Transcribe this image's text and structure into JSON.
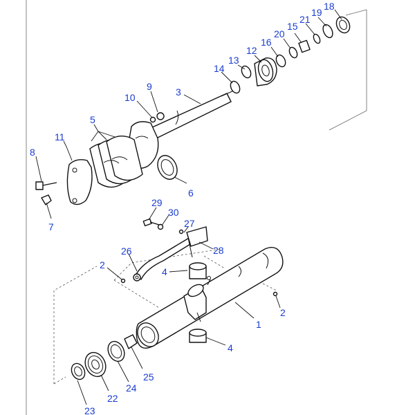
{
  "callouts": {
    "c1": "1",
    "c2a": "2",
    "c2b": "2",
    "c3": "3",
    "c4a": "4",
    "c4b": "4",
    "c5": "5",
    "c6": "6",
    "c7": "7",
    "c8": "8",
    "c9": "9",
    "c10": "10",
    "c11": "11",
    "c12": "12",
    "c13": "13",
    "c14": "14",
    "c15": "15",
    "c16": "16",
    "c18": "18",
    "c19": "19",
    "c20": "20",
    "c21": "21",
    "c22": "22",
    "c23": "23",
    "c24": "24",
    "c25": "25",
    "c26": "26",
    "c27": "27",
    "c28": "28",
    "c29": "29",
    "c30": "30"
  },
  "colors": {
    "callout": "#1a3ccf",
    "line": "#111111",
    "background": "#ffffff"
  }
}
